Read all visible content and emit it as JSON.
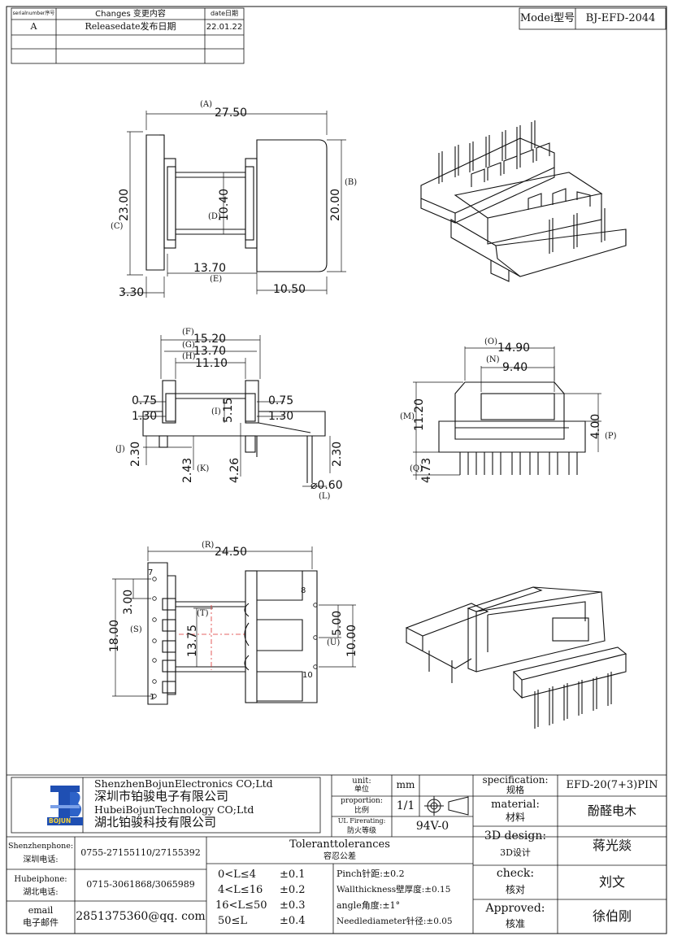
{
  "revision_table": {
    "headers": [
      "serialnumber序号",
      "Changes 变更内容",
      "date日期"
    ],
    "rows": [
      [
        "A",
        "Releasedate发布日期",
        "22.01.22"
      ]
    ]
  },
  "model": {
    "label": "Modei型号",
    "value": "BJ-EFD-2044"
  },
  "dims": {
    "A": "(A)",
    "A_val": "27.50",
    "B": "(B)",
    "B_val": "20.00",
    "C": "(C)",
    "C_val": "23.00",
    "D": "(D)",
    "D_val": "10.40",
    "E": "(E)",
    "E_val": "13.70",
    "w330": "3.30",
    "w1050": "10.50",
    "F": "(F)",
    "F_val": "15.20",
    "G": "(G)",
    "G_val": "13.70",
    "H": "(H)",
    "H_val": "11.10",
    "I": "(I)",
    "I_val": "5.15",
    "v075a": "0.75",
    "v075b": "0.75",
    "v130a": "1.30",
    "v130b": "1.30",
    "J": "(J)",
    "J_val": "2.30",
    "K": "(K)",
    "K_val": "2.43",
    "v426": "4.26",
    "v230": "2.30",
    "L": "(L)",
    "L_val": "⌀0.60",
    "O": "(O)",
    "O_val": "14.90",
    "N": "(N)",
    "N_val": "9.40",
    "M": "(M)",
    "M_val": "11.20",
    "P": "(P)",
    "P_val": "4.00",
    "Q": "(Q)",
    "Q_val": "4.73",
    "R": "(R)",
    "R_val": "24.50",
    "S": "(S)",
    "S_val": "3.00",
    "v1800": "18.00",
    "T": "(T)",
    "T_val": "13.75",
    "U": "(U)",
    "U_val": "5.00",
    "v1000": "10.00"
  },
  "pin_numbers": {
    "p7": "7",
    "p1": "1",
    "p8": "8",
    "p10": "10"
  },
  "title_block": {
    "company_en1": "ShenzhenBojunElectronics CO;Ltd",
    "company_cn1": "深圳市铂骏电子有限公司",
    "company_en2": "HubeiBojunTechnology CO;Ltd",
    "company_cn2": "湖北铂骏科技有限公司",
    "logo_text": "BOJUN",
    "unit_label": "unit:",
    "unit_label_cn": "单位",
    "unit_value": "mm",
    "proportion_label": "proportion:",
    "proportion_label_cn": "比例",
    "proportion_value": "1/1",
    "ul_label": "UL Firerating:",
    "ul_label_cn": "防火等级",
    "ul_value": "94V-0",
    "spec_label": "specification:",
    "spec_label_cn": "规格",
    "spec_value": "EFD-20(7+3)PIN",
    "material_label": "material:",
    "material_label_cn": "材料",
    "material_value": "酚醛电木",
    "design_label": "3D design:",
    "design_label_cn": "3D设计",
    "design_value": "蒋光燚",
    "check_label": "check:",
    "check_label_cn": "核对",
    "check_value": "刘文",
    "approved_label": "Approved:",
    "approved_label_cn": "核准",
    "approved_value": "徐伯刚",
    "sz_phone_label": "Shenzhenphone:",
    "sz_phone_label_cn": "深圳电话:",
    "sz_phone": "0755-27155110/27155392",
    "hb_phone_label": "Hubeiphone:",
    "hb_phone_label_cn": "湖北电话:",
    "hb_phone": "0715-3061868/3065989",
    "email_label": "email",
    "email_label_cn": "电子邮件",
    "email": "2851375360@qq. com",
    "tol_title": "Toleranttolerances",
    "tol_title_cn": "容忍公差",
    "tol_rows": [
      {
        "range": "0<L≤4",
        "val": "±0.1"
      },
      {
        "range": "4<L≤16",
        "val": "±0.2"
      },
      {
        "range": "16<L≤50",
        "val": "±0.3"
      },
      {
        "range": "50≤L",
        "val": "±0.4"
      }
    ],
    "tol_notes": [
      "Pinch针距:±0.2",
      "Wallthickness壁厚度:±0.15",
      "angle角度:±1°",
      "Needlediameter针径:±0.05"
    ]
  }
}
